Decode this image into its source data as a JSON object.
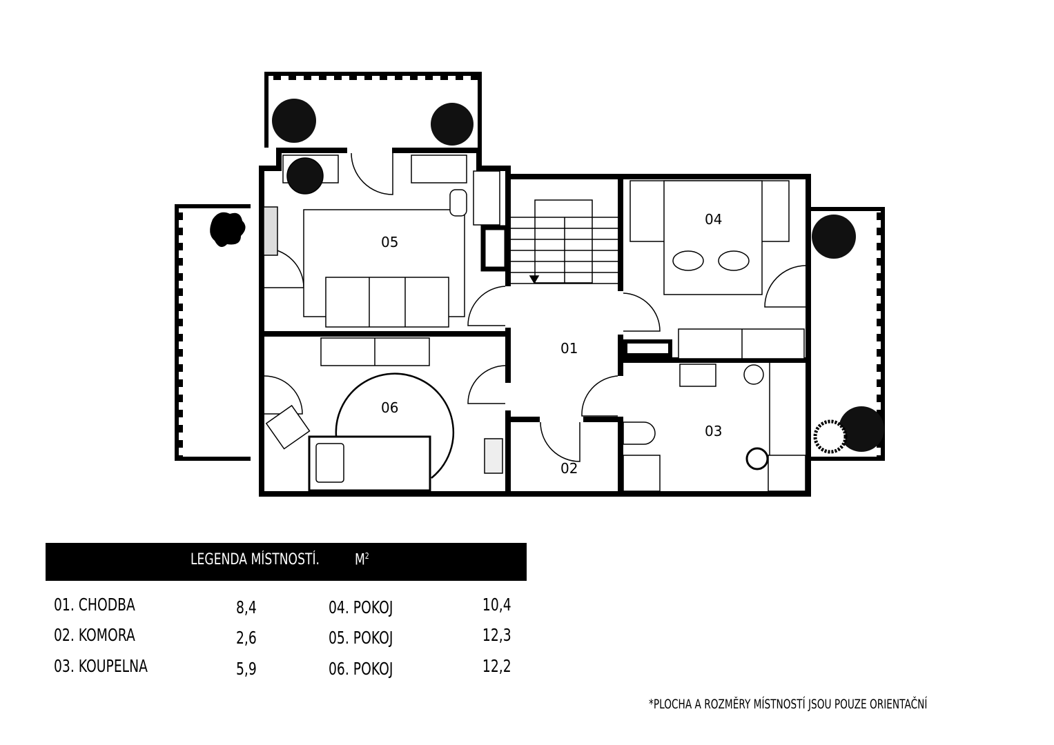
{
  "floor_plan": {
    "rooms": [
      {
        "id": "01",
        "label": "01"
      },
      {
        "id": "02",
        "label": "02"
      },
      {
        "id": "03",
        "label": "03"
      },
      {
        "id": "04",
        "label": "04"
      },
      {
        "id": "05",
        "label": "05"
      },
      {
        "id": "06",
        "label": "06"
      }
    ]
  },
  "legend": {
    "title": "LEGENDA MÍSTNOSTÍ.",
    "unit": "M",
    "unit_sup": "2",
    "rows": [
      {
        "name": "01. CHODBA",
        "area": "8,4"
      },
      {
        "name": "02. KOMORA",
        "area": "2,6"
      },
      {
        "name": "03. KOUPELNA",
        "area": "5,9"
      },
      {
        "name": "04. POKOJ",
        "area": "10,4"
      },
      {
        "name": "05. POKOJ",
        "area": "12,3"
      },
      {
        "name": "06. POKOJ",
        "area": "12,2"
      }
    ]
  },
  "note": "*PLOCHA A ROZMĚRY  MÍSTNOSTÍ  JSOU POUZE ORIENTAČNÍ",
  "colors": {
    "wall": "#000000",
    "background": "#ffffff"
  }
}
